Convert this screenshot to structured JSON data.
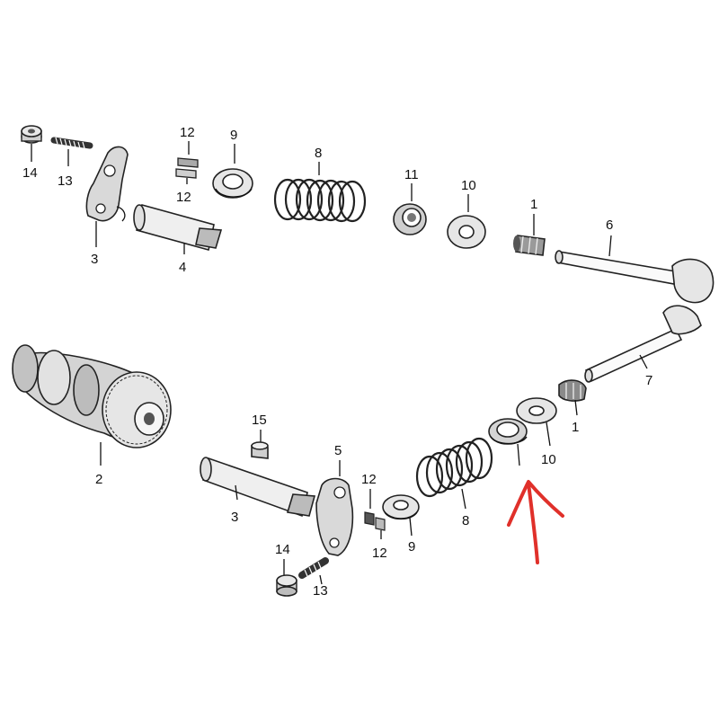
{
  "diagram": {
    "callouts": [
      {
        "id": "a14",
        "text": "14"
      },
      {
        "id": "a13",
        "text": "13"
      },
      {
        "id": "a3",
        "text": "3"
      },
      {
        "id": "a12t",
        "text": "12"
      },
      {
        "id": "a12b",
        "text": "12"
      },
      {
        "id": "a4",
        "text": "4"
      },
      {
        "id": "a9",
        "text": "9"
      },
      {
        "id": "a8",
        "text": "8"
      },
      {
        "id": "a11",
        "text": "11"
      },
      {
        "id": "a10",
        "text": "10"
      },
      {
        "id": "a1",
        "text": "1"
      },
      {
        "id": "a6",
        "text": "6"
      },
      {
        "id": "a7",
        "text": "7"
      },
      {
        "id": "b1",
        "text": "1"
      },
      {
        "id": "b10",
        "text": "10"
      },
      {
        "id": "b2",
        "text": "2"
      },
      {
        "id": "b15",
        "text": "15"
      },
      {
        "id": "b3",
        "text": "3"
      },
      {
        "id": "b5",
        "text": "5"
      },
      {
        "id": "b12t",
        "text": "12"
      },
      {
        "id": "b12b",
        "text": "12"
      },
      {
        "id": "b9",
        "text": "9"
      },
      {
        "id": "b8",
        "text": "8"
      },
      {
        "id": "b14",
        "text": "14"
      },
      {
        "id": "b13",
        "text": "13"
      }
    ],
    "annotation_color": "#e0302a"
  }
}
